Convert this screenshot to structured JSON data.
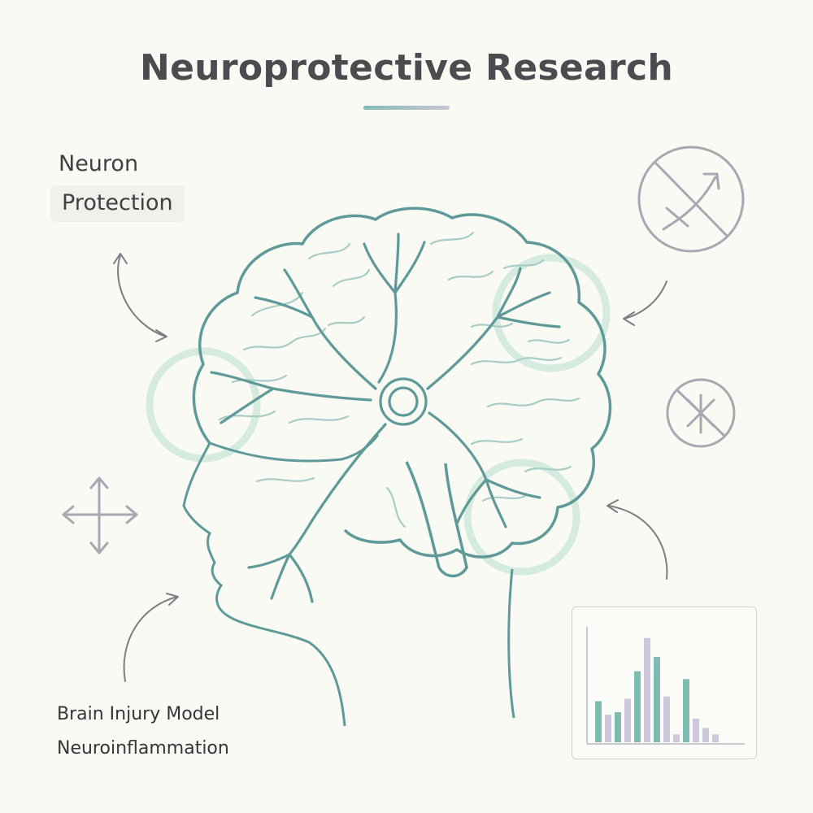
{
  "title": "Neuroprotective Research",
  "labels": {
    "neuron": "Neuron",
    "protection": "Protection",
    "injury_model": "Brain Injury Model",
    "neuroinflammation": "Neuroinflammation"
  },
  "icons": {
    "top_right": "crossed-out-arrow-icon",
    "mid_right": "crossed-out-asterisk-icon",
    "left": "four-way-arrow-icon"
  },
  "colors": {
    "background": "#f9faf3",
    "brain_stroke": "#5f9a98",
    "brain_fold": "#a9cdc6",
    "highlight_ring": "#d6ebe0",
    "title_text": "#4a4c50",
    "title_rule_start": "#7fbdb4",
    "title_rule_end": "#c9c4d2",
    "icon_gray": "#aaa7b2",
    "bar_teal": "#7fbab1",
    "bar_lavender": "#cdc8db"
  },
  "chart_data": {
    "type": "bar",
    "title": "",
    "xlabel": "",
    "ylabel": "",
    "ylim": [
      0,
      140
    ],
    "values": [
      52,
      35,
      38,
      55,
      90,
      132,
      108,
      58,
      10,
      80,
      30,
      18,
      10
    ],
    "bar_colors": [
      "teal",
      "lavender",
      "teal",
      "lavender",
      "teal",
      "lavender",
      "teal",
      "lavender",
      "lavender",
      "teal",
      "lavender",
      "lavender",
      "lavender"
    ]
  }
}
